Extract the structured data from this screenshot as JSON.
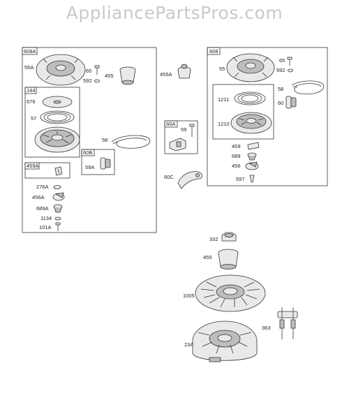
{
  "watermark": "AppliancePartsPros.com",
  "box_labels": {
    "box608A": "608A",
    "box144": "144",
    "box459A": "459A",
    "box60B": "60B",
    "box60A": "60A",
    "box608": "608"
  },
  "labels": {
    "p55A": "55A",
    "p65a": "65",
    "p592a": "592",
    "p455": "455",
    "p455A": "455A",
    "p676": "676",
    "p57": "57",
    "p58a": "58",
    "p59A": "59A",
    "p59": "59",
    "p276A": "276A",
    "p456A": "456A",
    "p689A": "689A",
    "p1134": "1134",
    "p101A": "101A",
    "p60C": "60C",
    "p55": "55",
    "p65b": "65",
    "p592b": "592",
    "p1211": "1211",
    "p58b": "58",
    "p60": "60",
    "p1210": "1210",
    "p459": "459",
    "p689": "689",
    "p456": "456",
    "p597": "597",
    "p332": "332",
    "p455b": "455",
    "p1005": "1005",
    "p363": "363",
    "p23A": "23A"
  }
}
